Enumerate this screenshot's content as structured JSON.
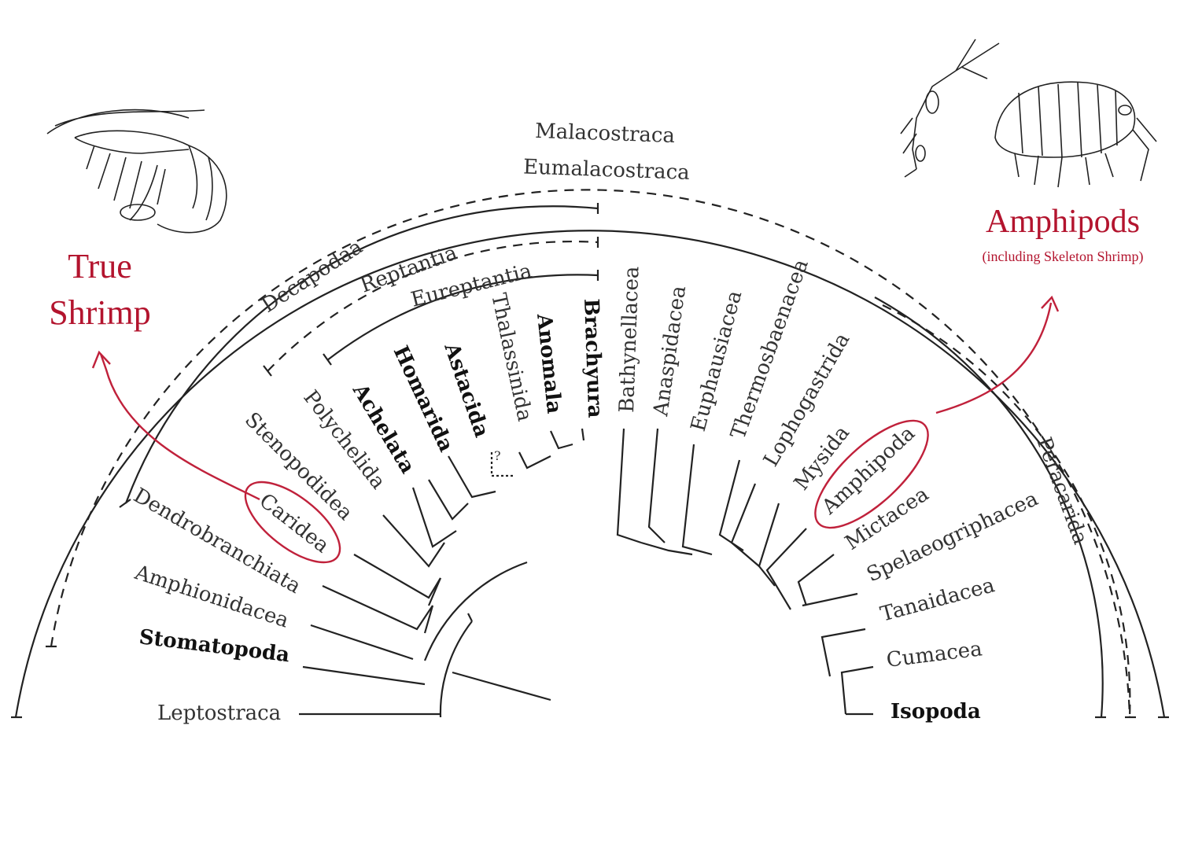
{
  "colors": {
    "highlight": "#b3142e",
    "line": "#222222",
    "text": "#333333"
  },
  "clades": {
    "malacostraca": "Malacostraca",
    "eumalacostraca": "Eumalacostraca",
    "decapodaa": "Decapodaa",
    "reptantia": "Reptantia",
    "eureptantia": "Eureptantia",
    "peracarida": "Peracarida",
    "uncertain": "?"
  },
  "taxa": {
    "leptostraca": "Leptostraca",
    "stomatopoda": "Stomatopoda",
    "amphionidacea": "Amphionidacea",
    "dendrobranchiata": "Dendrobranchiata",
    "caridea": "Caridea",
    "stenopodidea": "Stenopodidea",
    "polychelida": "Polychelida",
    "achelata": "Achelata",
    "homarida": "Homarida",
    "astacida": "Astacida",
    "thalassinida": "Thalassinida",
    "anomala": "Anomala",
    "brachyura": "Brachyura",
    "bathynellacea": "Bathynellacea",
    "anaspidacea": "Anaspidacea",
    "euphausiacea": "Euphausiacea",
    "thermosbaenacea": "Thermosbaenacea",
    "lophogastrida": "Lophogastrida",
    "mysida": "Mysida",
    "amphipoda": "Amphipoda",
    "mictacea": "Mictacea",
    "spelaeogriphacea": "Spelaeogriphacea",
    "tanaidacea": "Tanaidacea",
    "cumacea": "Cumacea",
    "isopoda": "Isopoda"
  },
  "callouts": {
    "true_shrimp_line1": "True",
    "true_shrimp_line2": "Shrimp",
    "amphipods": "Amphipods",
    "amphipods_sub": "(including Skeleton Shrimp)"
  },
  "icons": [
    "shrimp-illustration-icon",
    "skeleton-shrimp-illustration-icon",
    "amphipod-illustration-icon"
  ]
}
